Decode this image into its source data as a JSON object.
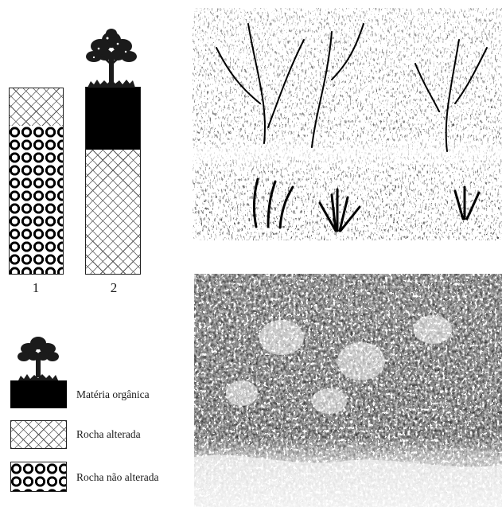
{
  "columns": [
    {
      "number": "1",
      "layers": [
        "rocha-alterada",
        "rocha-nao-alterada"
      ]
    },
    {
      "number": "2",
      "layers": [
        "materia-organica",
        "rocha-alterada"
      ],
      "has_tree": true
    }
  ],
  "legend": [
    {
      "key": "materia-organica",
      "label": "Matéria orgânica",
      "has_tree": true
    },
    {
      "key": "rocha-alterada",
      "label": "Rocha alterada"
    },
    {
      "key": "rocha-nao-alterada",
      "label": "Rocha não alterada"
    }
  ],
  "photos": [
    {
      "subject": "caatinga-shrubland",
      "style": "black-and-white engraving"
    },
    {
      "subject": "dense-forest",
      "style": "black-and-white engraving"
    }
  ],
  "colors": {
    "ink": "#000000",
    "paper": "#ffffff"
  },
  "icons": [
    "tree-icon"
  ]
}
